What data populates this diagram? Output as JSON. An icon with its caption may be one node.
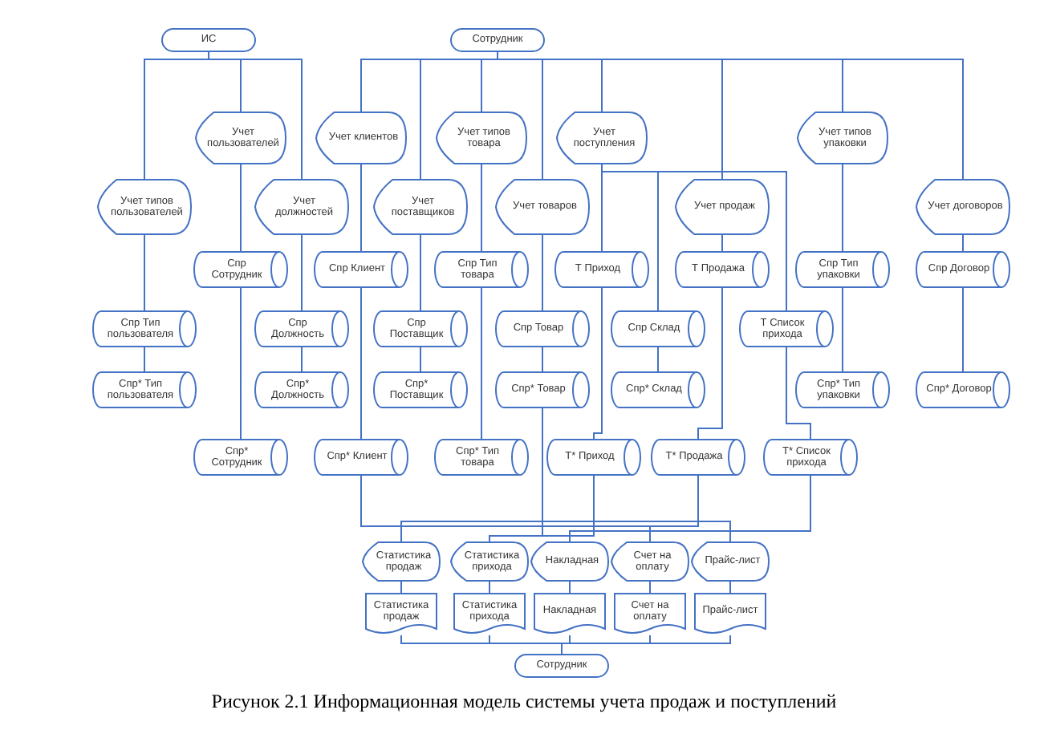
{
  "diagram": {
    "caption": "Рисунок 2.1 Информационная модель системы учета продаж и поступлений",
    "nodes": [
      {
        "text": [
          "ИС"
        ]
      },
      {
        "text": [
          "Сотрудник"
        ]
      },
      {
        "text": [
          "Учет пользователей"
        ]
      },
      {
        "text": [
          "Учет клиентов"
        ]
      },
      {
        "text": [
          "Учет типов товара"
        ]
      },
      {
        "text": [
          "Учет поступления"
        ]
      },
      {
        "text": [
          "Учет типов упаковки"
        ]
      },
      {
        "text": [
          "Учет типов пользователей"
        ]
      },
      {
        "text": [
          "Учет должностей"
        ]
      },
      {
        "text": [
          "Учет поставщиков"
        ]
      },
      {
        "text": [
          "Учет товаров"
        ]
      },
      {
        "text": [
          "Учет продаж"
        ]
      },
      {
        "text": [
          "Учет договоров"
        ]
      },
      {
        "text": [
          "Спр Сотрудник"
        ]
      },
      {
        "text": [
          "Спр Клиент"
        ]
      },
      {
        "text": [
          "Спр Тип товара"
        ]
      },
      {
        "text": [
          "Т Приход"
        ]
      },
      {
        "text": [
          "Т Продажа"
        ]
      },
      {
        "text": [
          "Спр Тип упаковки"
        ]
      },
      {
        "text": [
          "Спр Договор"
        ]
      },
      {
        "text": [
          "Спр Тип пользователя"
        ]
      },
      {
        "text": [
          "Спр Должность"
        ]
      },
      {
        "text": [
          "Спр Поставщик"
        ]
      },
      {
        "text": [
          "Спр Товар"
        ]
      },
      {
        "text": [
          "Спр Склад"
        ]
      },
      {
        "text": [
          "Т Список прихода"
        ]
      },
      {
        "text": [
          "Спр* Тип пользователя"
        ]
      },
      {
        "text": [
          "Спр* Должность"
        ]
      },
      {
        "text": [
          "Спр* Поставщик"
        ]
      },
      {
        "text": [
          "Спр* Товар"
        ]
      },
      {
        "text": [
          "Спр* Склад"
        ]
      },
      {
        "text": [
          "Спр* Тип упаковки"
        ]
      },
      {
        "text": [
          "Спр* Договор"
        ]
      },
      {
        "text": [
          "Спр* Сотрудник"
        ]
      },
      {
        "text": [
          "Спр* Клиент"
        ]
      },
      {
        "text": [
          "Спр* Тип товара"
        ]
      },
      {
        "text": [
          "Т* Приход"
        ]
      },
      {
        "text": [
          "Т* Продажа"
        ]
      },
      {
        "text": [
          "Т* Список прихода"
        ]
      },
      {
        "text": [
          "Статистика продаж"
        ]
      },
      {
        "text": [
          "Статистика прихода"
        ]
      },
      {
        "text": [
          "Накладная"
        ]
      },
      {
        "text": [
          "Счет на оплату"
        ]
      },
      {
        "text": [
          "Прайс-лист"
        ]
      },
      {
        "text": [
          "Статистика продаж"
        ]
      },
      {
        "text": [
          "Статистика прихода"
        ]
      },
      {
        "text": [
          "Накладная"
        ]
      },
      {
        "text": [
          "Счет на оплату"
        ]
      },
      {
        "text": [
          "Прайс-лист"
        ]
      },
      {
        "text": [
          "Сотрудник"
        ]
      }
    ],
    "edges": [
      {
        "from": 0,
        "to": 2,
        "arrow": "none"
      },
      {
        "from": 0,
        "to": 7,
        "arrow": "none"
      },
      {
        "from": 0,
        "to": 8,
        "arrow": "none"
      },
      {
        "from": 1,
        "to": 3,
        "arrow": "none"
      },
      {
        "from": 1,
        "to": 4,
        "arrow": "none"
      },
      {
        "from": 1,
        "to": 5,
        "arrow": "none"
      },
      {
        "from": 1,
        "to": 6,
        "arrow": "none"
      },
      {
        "from": 1,
        "to": 9,
        "arrow": "none"
      },
      {
        "from": 1,
        "to": 10,
        "arrow": "none"
      },
      {
        "from": 1,
        "to": 11,
        "arrow": "none"
      },
      {
        "from": 1,
        "to": 12,
        "arrow": "none"
      },
      {
        "from": 2,
        "to": 13,
        "arrow": "none"
      },
      {
        "from": 3,
        "to": 14,
        "arrow": "none"
      },
      {
        "from": 4,
        "to": 15,
        "arrow": "none"
      },
      {
        "from": 5,
        "to": 16,
        "arrow": "none"
      },
      {
        "from": 5,
        "to": 24,
        "arrow": "none"
      },
      {
        "from": 5,
        "to": 25,
        "arrow": "none"
      },
      {
        "from": 6,
        "to": 18,
        "arrow": "none"
      },
      {
        "from": 7,
        "to": 20,
        "arrow": "none"
      },
      {
        "from": 8,
        "to": 21,
        "arrow": "none"
      },
      {
        "from": 9,
        "to": 22,
        "arrow": "none"
      },
      {
        "from": 10,
        "to": 23,
        "arrow": "none"
      },
      {
        "from": 11,
        "to": 17,
        "arrow": "none"
      },
      {
        "from": 12,
        "to": 19,
        "arrow": "none"
      },
      {
        "from": 13,
        "to": 33,
        "arrow": "none"
      },
      {
        "from": 14,
        "to": 34,
        "arrow": "none"
      },
      {
        "from": 15,
        "to": 35,
        "arrow": "none"
      },
      {
        "from": 16,
        "to": 36,
        "arrow": "none"
      },
      {
        "from": 17,
        "to": 37,
        "arrow": "none"
      },
      {
        "from": 18,
        "to": 31,
        "arrow": "none"
      },
      {
        "from": 19,
        "to": 32,
        "arrow": "none"
      },
      {
        "from": 20,
        "to": 26,
        "arrow": "none"
      },
      {
        "from": 21,
        "to": 27,
        "arrow": "none"
      },
      {
        "from": 22,
        "to": 28,
        "arrow": "none"
      },
      {
        "from": 23,
        "to": 29,
        "arrow": "none"
      },
      {
        "from": 24,
        "to": 30,
        "arrow": "none"
      },
      {
        "from": 25,
        "to": 38,
        "arrow": "none"
      },
      {
        "from": 37,
        "to": 39,
        "arrow": "none"
      },
      {
        "from": 29,
        "to": 39,
        "arrow": "none"
      },
      {
        "from": 36,
        "to": 40,
        "arrow": "none"
      },
      {
        "from": 29,
        "to": 40,
        "arrow": "none"
      },
      {
        "from": 38,
        "to": 41,
        "arrow": "none"
      },
      {
        "from": 37,
        "to": 42,
        "arrow": "none"
      },
      {
        "from": 34,
        "to": 42,
        "arrow": "none"
      },
      {
        "from": 29,
        "to": 43,
        "arrow": "none"
      },
      {
        "from": 39,
        "to": 44,
        "arrow": "none"
      },
      {
        "from": 40,
        "to": 45,
        "arrow": "none"
      },
      {
        "from": 41,
        "to": 46,
        "arrow": "none"
      },
      {
        "from": 42,
        "to": 47,
        "arrow": "none"
      },
      {
        "from": 43,
        "to": 48,
        "arrow": "none"
      },
      {
        "from": 44,
        "to": 49,
        "arrow": "none"
      },
      {
        "from": 45,
        "to": 49,
        "arrow": "none"
      },
      {
        "from": 46,
        "to": 49,
        "arrow": "none"
      },
      {
        "from": 47,
        "to": 49,
        "arrow": "none"
      },
      {
        "from": 48,
        "to": 49,
        "arrow": "none"
      }
    ]
  }
}
